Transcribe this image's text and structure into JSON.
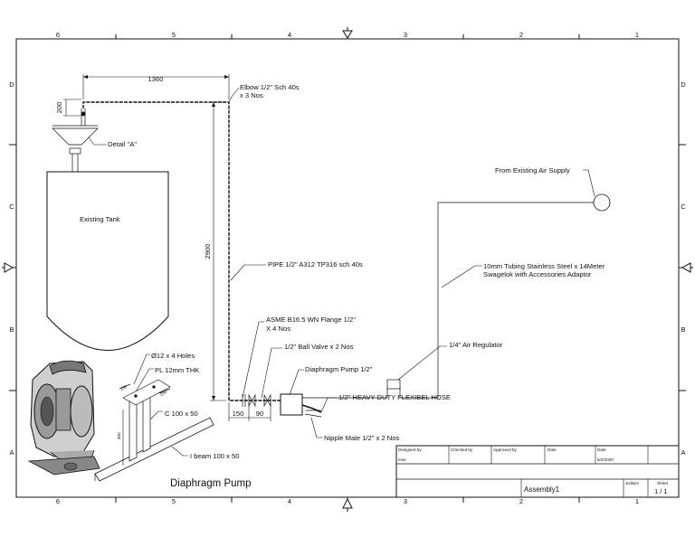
{
  "border": {
    "columns": [
      "6",
      "5",
      "4",
      "3",
      "2",
      "1"
    ],
    "rows": [
      "D",
      "C",
      "B",
      "A"
    ]
  },
  "labels": {
    "elbow": [
      "Elbow 1/2\" Sch 40s",
      "x 3 Nos"
    ],
    "detail": "Detail \"A\"",
    "tank": "Existing Tank",
    "pipe": "PIPE 1/2\" A312 TP316 sch 40s",
    "flange": [
      "ASME B16.5 WN Flange 1/2\"",
      "X 4 Nos"
    ],
    "valve": "1/2\" Ball Valve x 2 Nos",
    "pump": "Diaphragm Pump 1/2\"",
    "hose": "1/2\" HEAVY DUTY FLEXIBEL HOSE",
    "nipple": "Nipple Male 1/2\" x 2 Nos",
    "air_supply": "From Existing Air Supply",
    "tubing": [
      "10mm Tubing Stainless Steel x 14Meter",
      "Swagelok with Accessories Adaptor"
    ],
    "regulator": "1/4\" Air Regulator",
    "holes": "Ø12 x 4 Holes",
    "plate": "PL 12mm THK",
    "channel": "C 100 x 50",
    "ibeam": "I beam 100 x 50",
    "pump_title": "Diaphragm Pump"
  },
  "dimensions": {
    "d1360": "1360",
    "d200": "200",
    "d2900": "2900",
    "d150": "150",
    "d90": "90",
    "d250": "250",
    "d150b": "150",
    "d400": "400"
  },
  "title_block": {
    "designed_by_label": "Designed by",
    "designed_by": "mior",
    "checked_by_label": "Checked by",
    "approved_by_label": "Approved by",
    "date_label": "Date",
    "date2_label": "Date",
    "date": "6/2/2020",
    "title": "Assembly1",
    "edition_label": "Edition",
    "sheet_label": "Sheet",
    "sheet": "1 / 1"
  }
}
